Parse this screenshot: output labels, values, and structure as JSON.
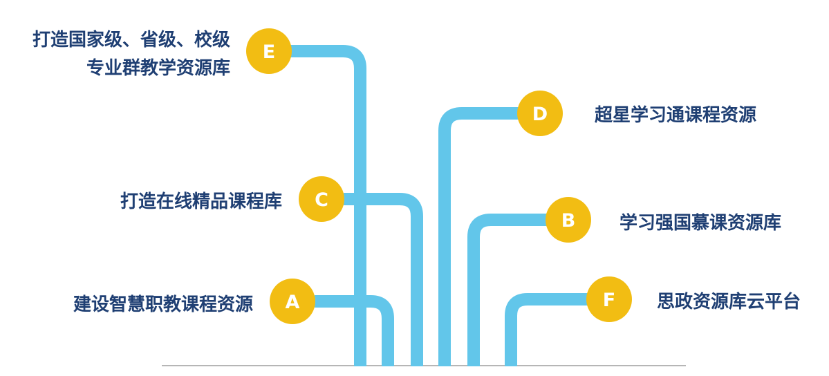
{
  "diagram": {
    "colors": {
      "pipe": "#62c6ea",
      "badge": "#f2bd13",
      "badge_text": "#ffffff",
      "label_text": "#1f3f73",
      "baseline": "#8a8a8a"
    },
    "nodes": [
      {
        "id": "e",
        "letter": "E",
        "label_lines": [
          "打造国家级、省级、校级",
          "专业群教学资源库"
        ]
      },
      {
        "id": "d",
        "letter": "D",
        "label_lines": [
          "超星学习通课程资源"
        ]
      },
      {
        "id": "c",
        "letter": "C",
        "label_lines": [
          "打造在线精品课程库"
        ]
      },
      {
        "id": "b",
        "letter": "B",
        "label_lines": [
          "学习强国慕课资源库"
        ]
      },
      {
        "id": "a",
        "letter": "A",
        "label_lines": [
          "建设智慧职教课程资源"
        ]
      },
      {
        "id": "f",
        "letter": "F",
        "label_lines": [
          "思政资源库云平台"
        ]
      }
    ]
  }
}
